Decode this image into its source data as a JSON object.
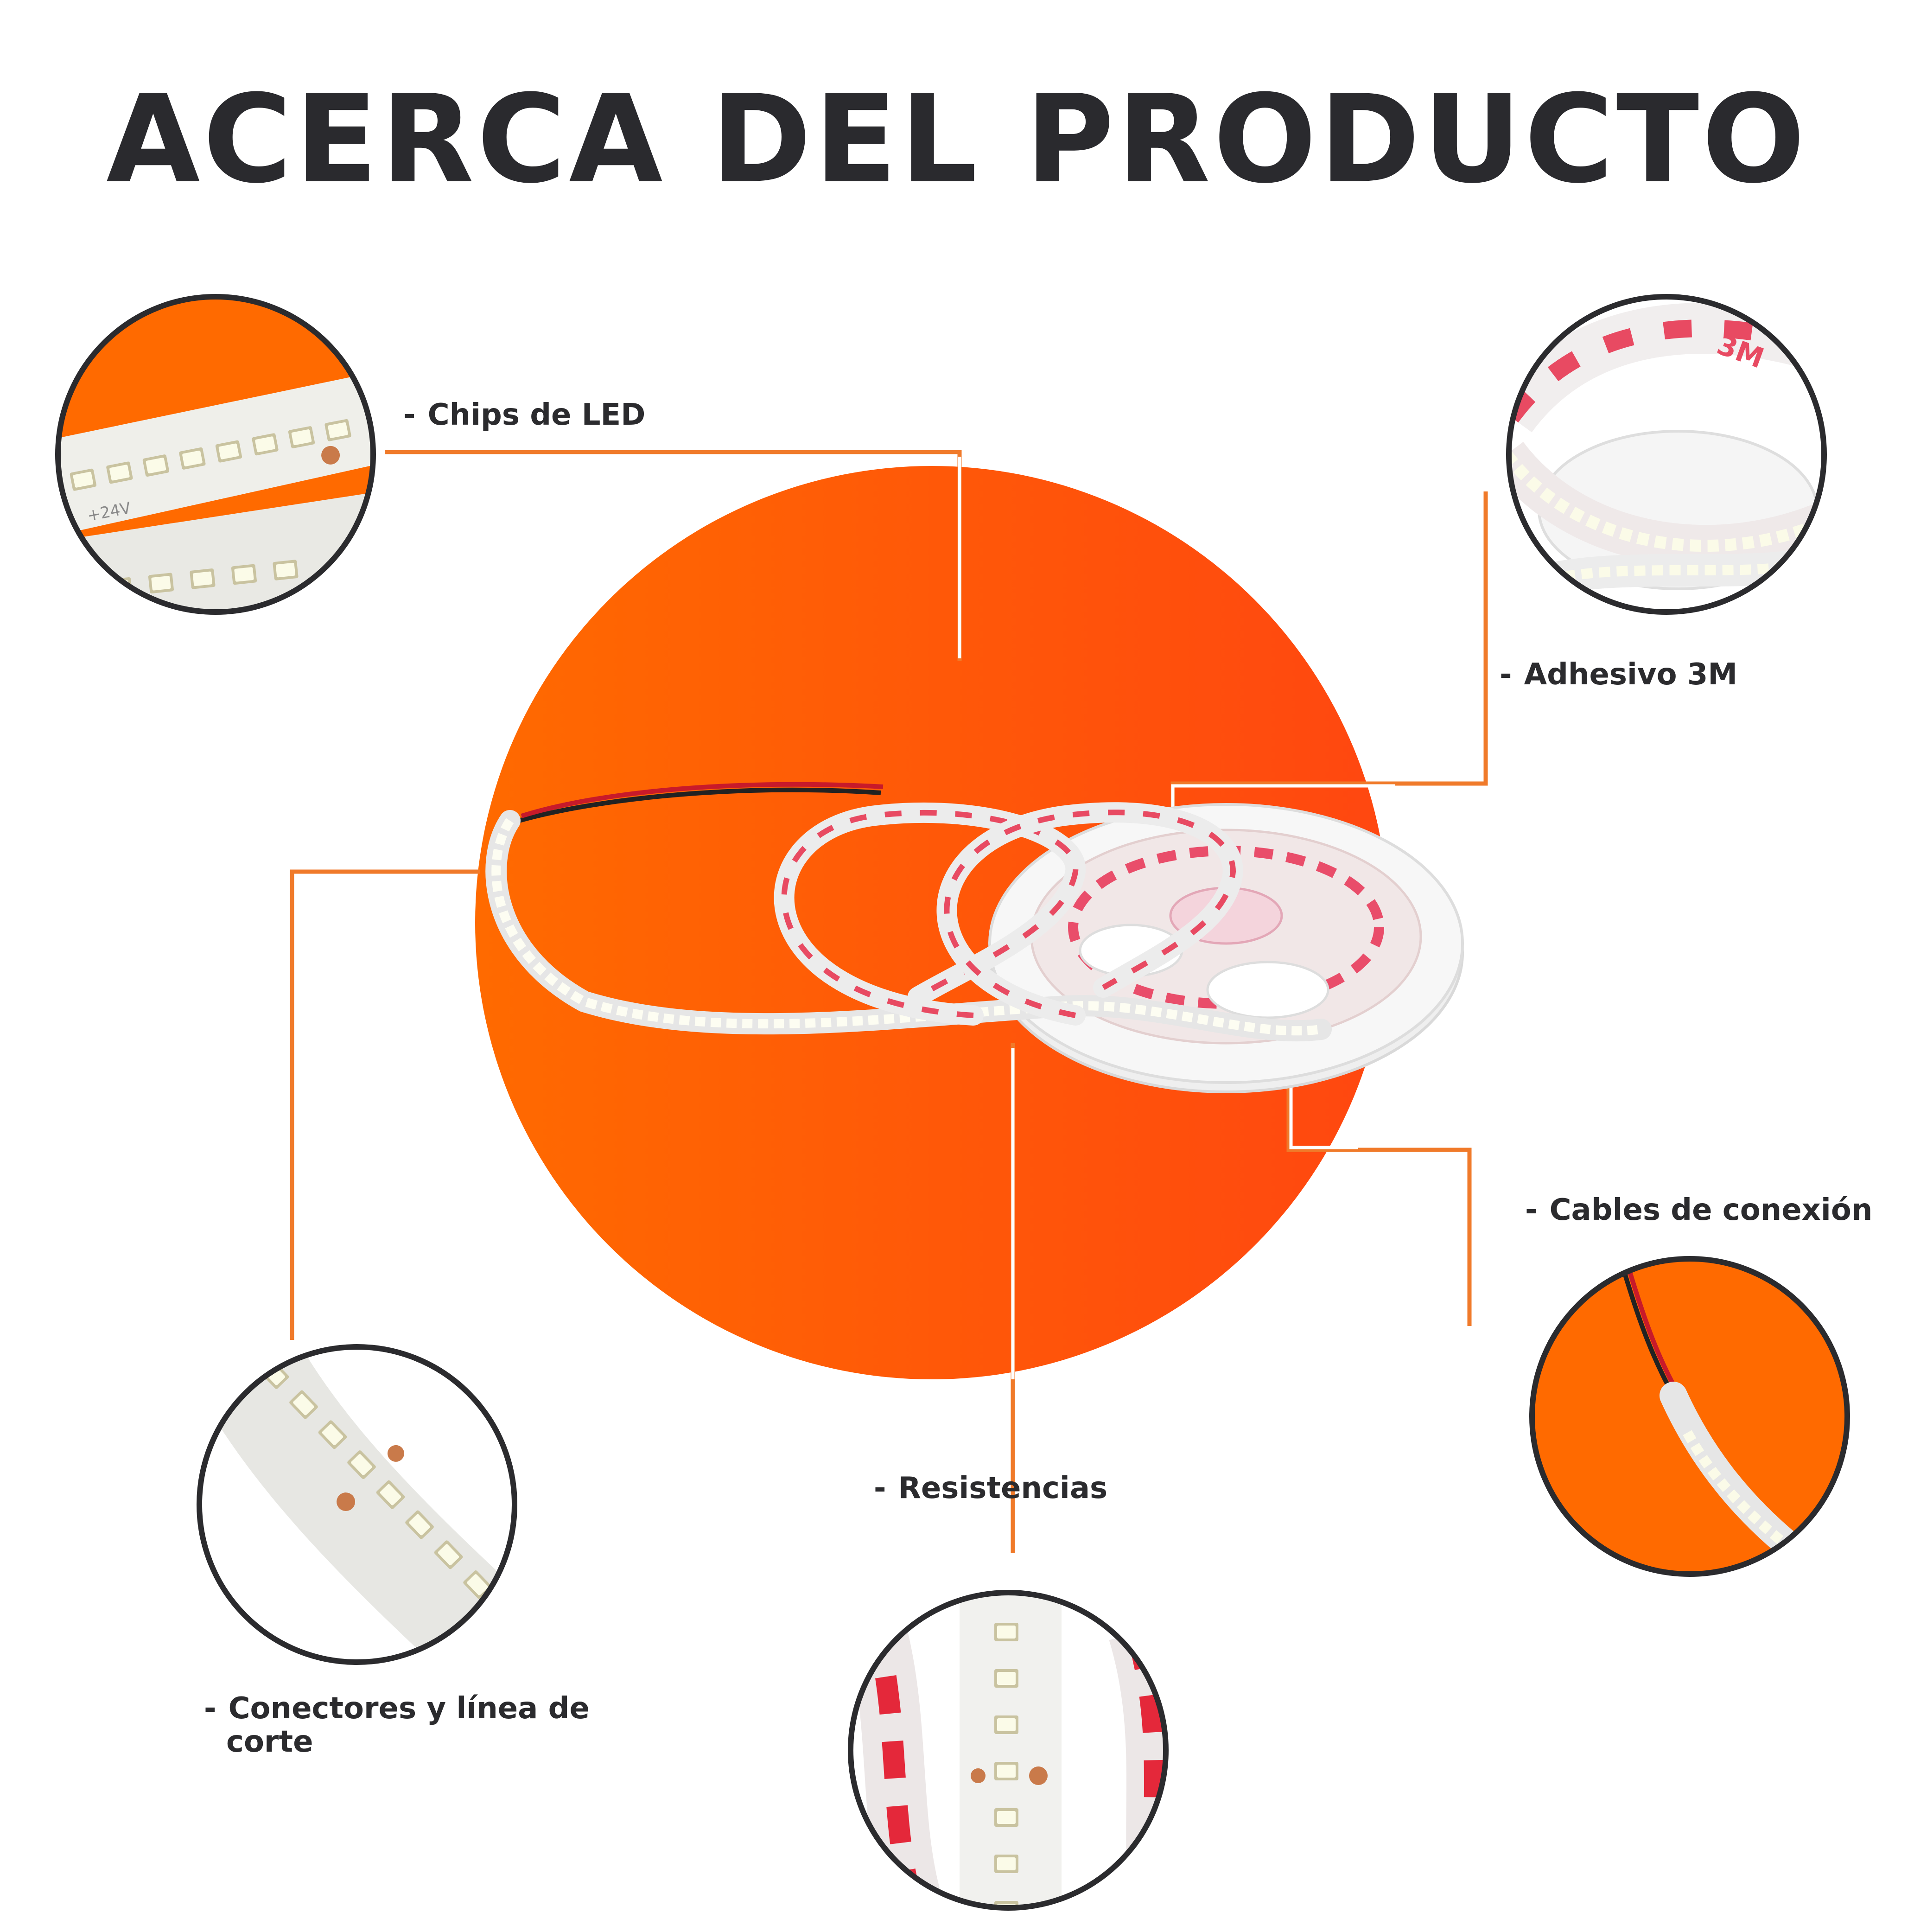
{
  "title": "ACERCA DEL PRODUCTO",
  "features": [
    {
      "dash": "-",
      "label": "Chips de LED"
    },
    {
      "dash": "-",
      "label": "Adhesivo 3M"
    },
    {
      "dash": "-",
      "label": "Cables de conexión"
    },
    {
      "dash": "-",
      "label": "Resistencias"
    },
    {
      "dash": "-",
      "label_line1": "Conectores y línea de",
      "label_line2": "corte"
    }
  ],
  "strip_print": {
    "voltage": "+24V",
    "brand": "3M"
  },
  "colors": {
    "accent_orange": "#ff6a00",
    "accent_red_orange": "#ff4a10",
    "leader_line": "#f07a2a",
    "frame_dark": "#2b2b2e",
    "title_text": "#2a2a2e"
  }
}
